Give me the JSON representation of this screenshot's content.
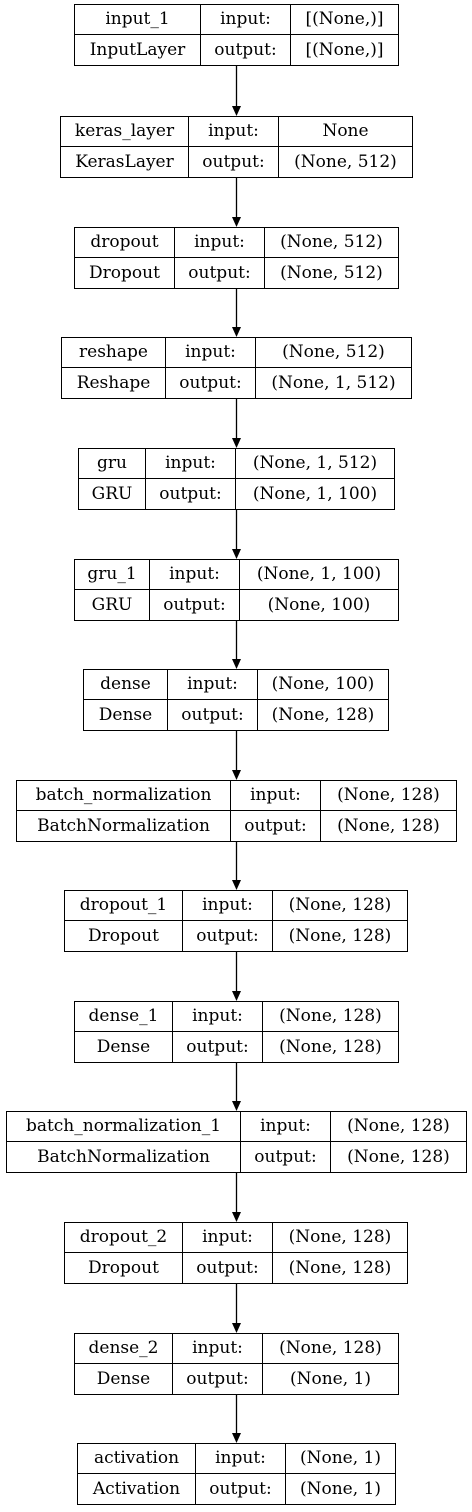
{
  "nodes": [
    {
      "name": "input_1",
      "class": "InputLayer",
      "input": "[(None,)]",
      "output": "[(None,)]"
    },
    {
      "name": "keras_layer",
      "class": "KerasLayer",
      "input": "None",
      "output": "(None, 512)"
    },
    {
      "name": "dropout",
      "class": "Dropout",
      "input": "(None, 512)",
      "output": "(None, 512)"
    },
    {
      "name": "reshape",
      "class": "Reshape",
      "input": "(None, 512)",
      "output": "(None, 1, 512)"
    },
    {
      "name": "gru",
      "class": "GRU",
      "input": "(None, 1, 512)",
      "output": "(None, 1, 100)"
    },
    {
      "name": "gru_1",
      "class": "GRU",
      "input": "(None, 1, 100)",
      "output": "(None, 100)"
    },
    {
      "name": "dense",
      "class": "Dense",
      "input": "(None, 100)",
      "output": "(None, 128)"
    },
    {
      "name": "batch_normalization",
      "class": "BatchNormalization",
      "input": "(None, 128)",
      "output": "(None, 128)"
    },
    {
      "name": "dropout_1",
      "class": "Dropout",
      "input": "(None, 128)",
      "output": "(None, 128)"
    },
    {
      "name": "dense_1",
      "class": "Dense",
      "input": "(None, 128)",
      "output": "(None, 128)"
    },
    {
      "name": "batch_normalization_1",
      "class": "BatchNormalization",
      "input": "(None, 128)",
      "output": "(None, 128)"
    },
    {
      "name": "dropout_2",
      "class": "Dropout",
      "input": "(None, 128)",
      "output": "(None, 128)"
    },
    {
      "name": "dense_2",
      "class": "Dense",
      "input": "(None, 128)",
      "output": "(None, 1)"
    },
    {
      "name": "activation",
      "class": "Activation",
      "input": "(None, 1)",
      "output": "(None, 1)"
    }
  ],
  "labels": {
    "input": "input:",
    "output": "output:"
  }
}
